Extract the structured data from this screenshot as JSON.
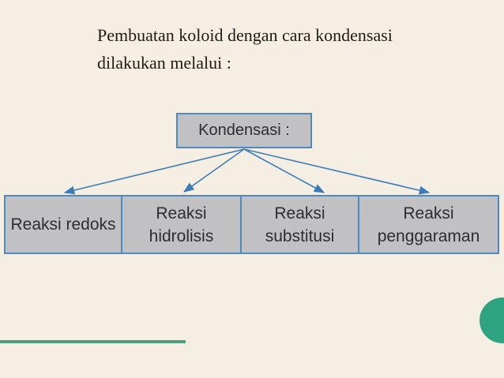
{
  "slide": {
    "title_line1": "Pembuatan koloid dengan cara kondensasi",
    "title_line2": "dilakukan melalui :",
    "diagram": {
      "root_label": "Kondensasi :",
      "children": [
        {
          "line1": "Reaksi redoks"
        },
        {
          "line1": "Reaksi",
          "line2": "hidrolisis"
        },
        {
          "line1": "Reaksi",
          "line2": "substitusi"
        },
        {
          "line1": "Reaksi",
          "line2": "penggaraman"
        }
      ]
    },
    "colors": {
      "background": "#f4efe2",
      "node_fill": "#c1c0c2",
      "node_border": "#4e89c0",
      "arrow": "#3d7cba",
      "title_text": "#1e1b1a",
      "node_text": "#2e2d2e",
      "accent_line": "#4f9d7e",
      "accent_circle": "#2ea380"
    }
  }
}
